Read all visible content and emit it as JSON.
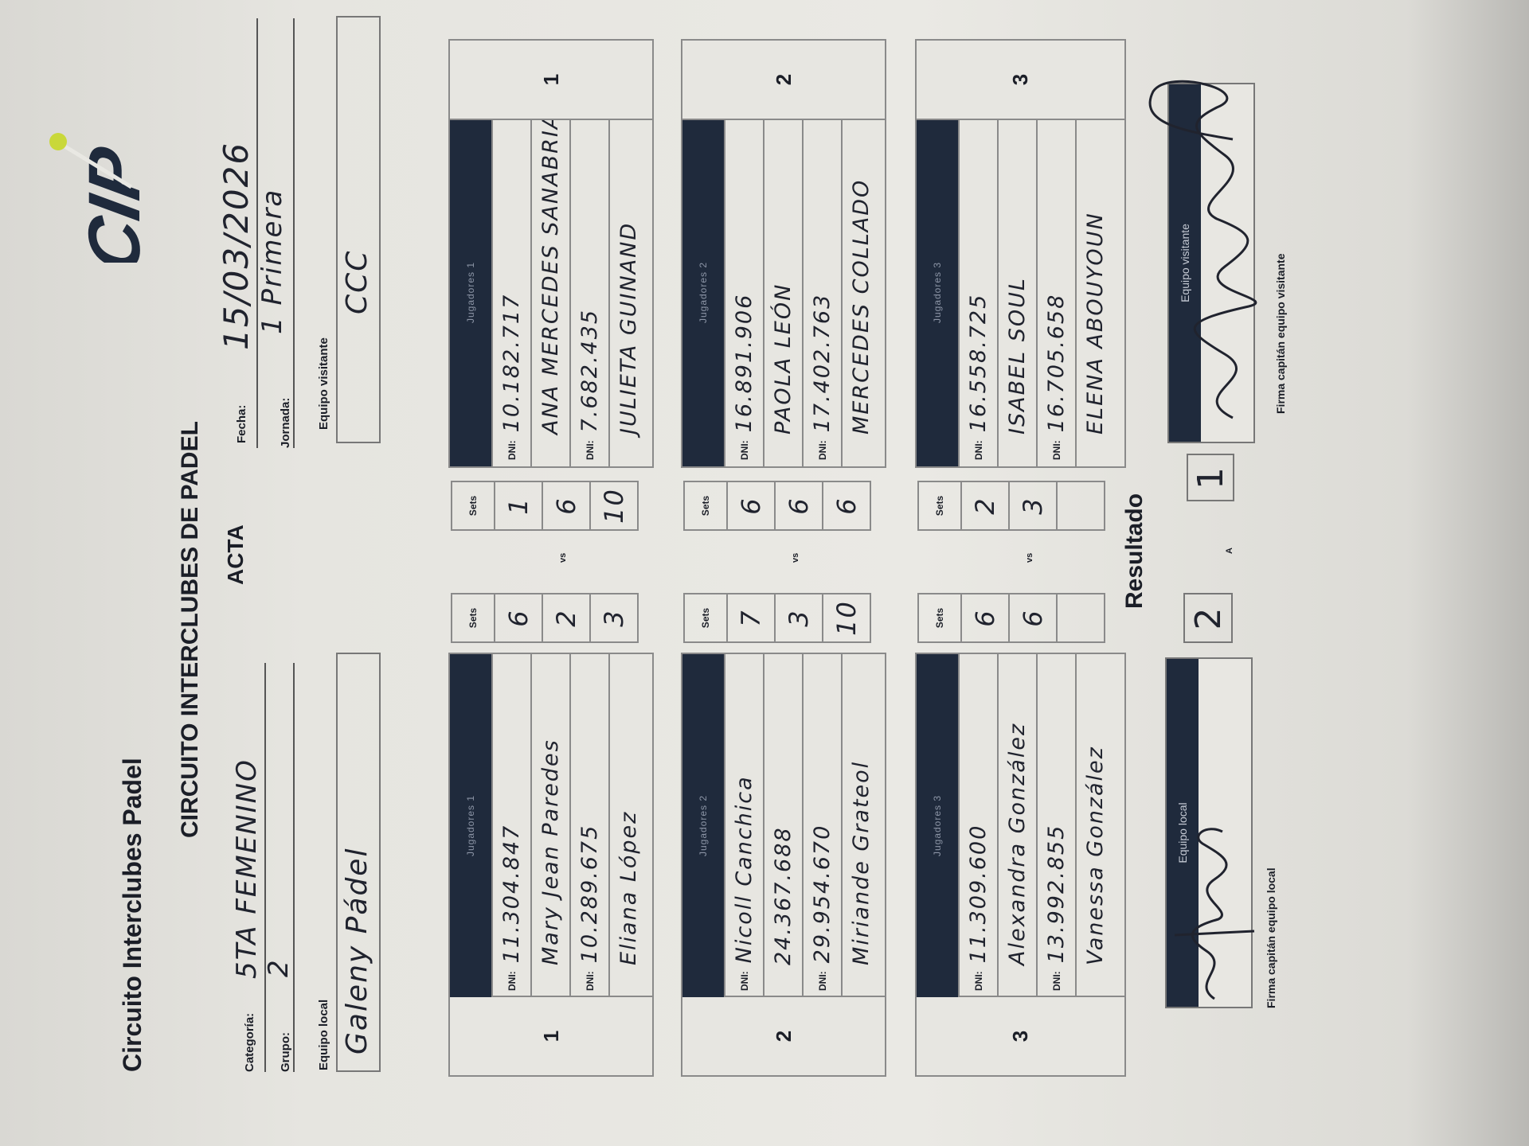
{
  "header": {
    "org_title": "Circuito Interclubes Padel",
    "logo_text": "CIP",
    "main_title": "CIRCUITO INTERCLUBES DE PADEL",
    "doc_type": "ACTA"
  },
  "fields": {
    "categoria_label": "Categoría:",
    "categoria_value": "5TA FEMENINO",
    "grupo_label": "Grupo:",
    "grupo_value": "2",
    "fecha_label": "Fecha:",
    "fecha_value": "15/03/2026",
    "jornada_label": "Jornada:",
    "jornada_value": "1 Primera",
    "equipo_local_label": "Equipo local",
    "equipo_local_value": "Galeny Pádel",
    "equipo_visitante_label": "Equipo visitante",
    "equipo_visitante_value": "CCC"
  },
  "labels": {
    "sets": "Sets",
    "dni": "DNI:",
    "vs": "vs"
  },
  "matches": [
    {
      "number": "1",
      "vs": "vs",
      "local": {
        "header": "Jugadores 1",
        "rows": [
          "11.304.847",
          "Mary Jean Paredes",
          "10.289.675",
          "Eliana López"
        ],
        "sets": [
          "6",
          "2",
          "3"
        ]
      },
      "visitante": {
        "header": "Jugadores 1",
        "rows": [
          "10.182.717",
          "ANA MERCEDES SANABRIA",
          "7.682.435",
          "JULIETA GUINAND"
        ],
        "sets": [
          "1",
          "6",
          "10"
        ]
      }
    },
    {
      "number": "2",
      "vs": "vs",
      "local": {
        "header": "Jugadores 2",
        "rows": [
          "Nicoll Canchica",
          "24.367.688",
          "29.954.670",
          "Miriande Grateol"
        ],
        "sets": [
          "7",
          "3",
          "10"
        ]
      },
      "visitante": {
        "header": "Jugadores 2",
        "rows": [
          "16.891.906",
          "PAOLA LEÓN",
          "17.402.763",
          "MERCEDES COLLADO"
        ],
        "sets": [
          "6",
          "6",
          "6"
        ]
      }
    },
    {
      "number": "3",
      "vs": "vs",
      "local": {
        "header": "Jugadores 3",
        "rows": [
          "11.309.600",
          "Alexandra González",
          "13.992.855",
          "Vanessa González"
        ],
        "sets": [
          "6",
          "6",
          ""
        ]
      },
      "visitante": {
        "header": "Jugadores 3",
        "rows": [
          "16.558.725",
          "ISABEL SOUL",
          "16.705.658",
          "ELENA ABOUYOUN"
        ],
        "sets": [
          "2",
          "3",
          ""
        ]
      }
    }
  ],
  "resultado": {
    "title": "Resultado",
    "local": "2",
    "separator": "A",
    "visitante": "1"
  },
  "firmas": {
    "local_header": "Equipo local",
    "local_caption": "Firma capitán equipo local",
    "visitante_header": "Equipo visitante",
    "visitante_caption": "Firma capitán equipo visitante"
  },
  "colors": {
    "navy": "#1f2a3c",
    "paper": "#e9e8e3",
    "ink": "#20232e",
    "logo_ball": "#c9d83a"
  }
}
